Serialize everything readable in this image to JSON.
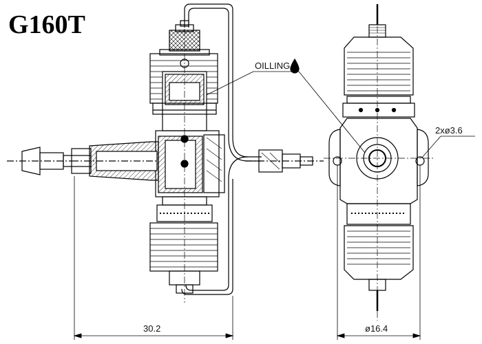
{
  "title": "G160T",
  "labels": {
    "oilling": "OILLING",
    "holes": "2xø3.6",
    "dim_side": "30.2",
    "dim_front": "ø16.4"
  },
  "colors": {
    "line": "#000000",
    "background": "#ffffff"
  },
  "icons": {
    "oil_drop": "oil-drop-icon"
  }
}
